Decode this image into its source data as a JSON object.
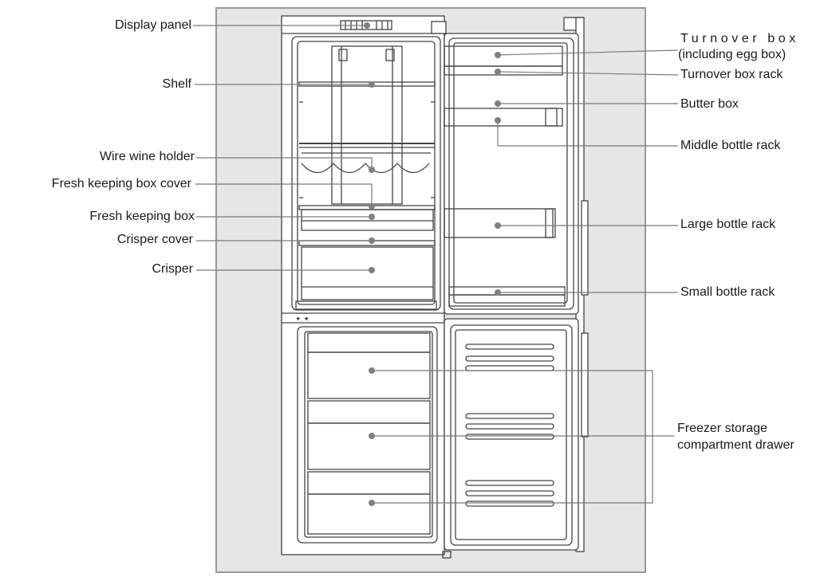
{
  "diagram": {
    "left_labels": [
      {
        "id": "display-panel",
        "text": "Display panel"
      },
      {
        "id": "shelf",
        "text": "Shelf"
      },
      {
        "id": "wire-wine-holder",
        "text": "Wire wine holder"
      },
      {
        "id": "fresh-keeping-box-cover",
        "text": "Fresh keeping box cover"
      },
      {
        "id": "fresh-keeping-box",
        "text": "Fresh keeping box"
      },
      {
        "id": "crisper-cover",
        "text": "Crisper cover"
      },
      {
        "id": "crisper",
        "text": "Crisper"
      }
    ],
    "right_labels": [
      {
        "id": "turnover-box",
        "line1": "Turnover box",
        "line2": "(including egg box)"
      },
      {
        "id": "turnover-box-rack",
        "text": "Turnover box rack"
      },
      {
        "id": "butter-box",
        "text": "Butter box"
      },
      {
        "id": "middle-bottle-rack",
        "text": "Middle bottle rack"
      },
      {
        "id": "large-bottle-rack",
        "text": "Large bottle rack"
      },
      {
        "id": "small-bottle-rack",
        "text": "Small bottle rack"
      },
      {
        "id": "freezer-drawer",
        "line1": "Freezer storage",
        "line2": "compartment drawer"
      }
    ],
    "colors": {
      "panel_bg": "#e6e6e6",
      "panel_border": "#9a9a9a",
      "line": "#444444",
      "leader": "#7a7a7a",
      "dot": "#808080",
      "fridge_fill": "#ffffff"
    }
  }
}
